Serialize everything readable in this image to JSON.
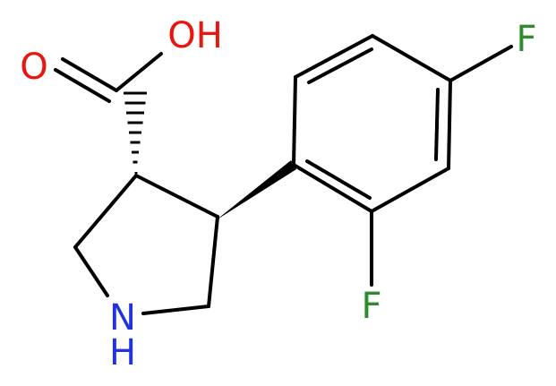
{
  "atoms": {
    "oh": {
      "text": "OH",
      "color": "#e8160f"
    },
    "o": {
      "text": "O",
      "color": "#e8160f"
    },
    "f_para": {
      "text": "F",
      "color": "#2e8b2e"
    },
    "f_ortho": {
      "text": "F",
      "color": "#2e8b2e"
    },
    "nh": {
      "text": "N",
      "color": "#2233dd"
    },
    "nh_h": {
      "text": "H",
      "color": "#2233dd"
    }
  },
  "colors": {
    "bond": "#000000"
  }
}
